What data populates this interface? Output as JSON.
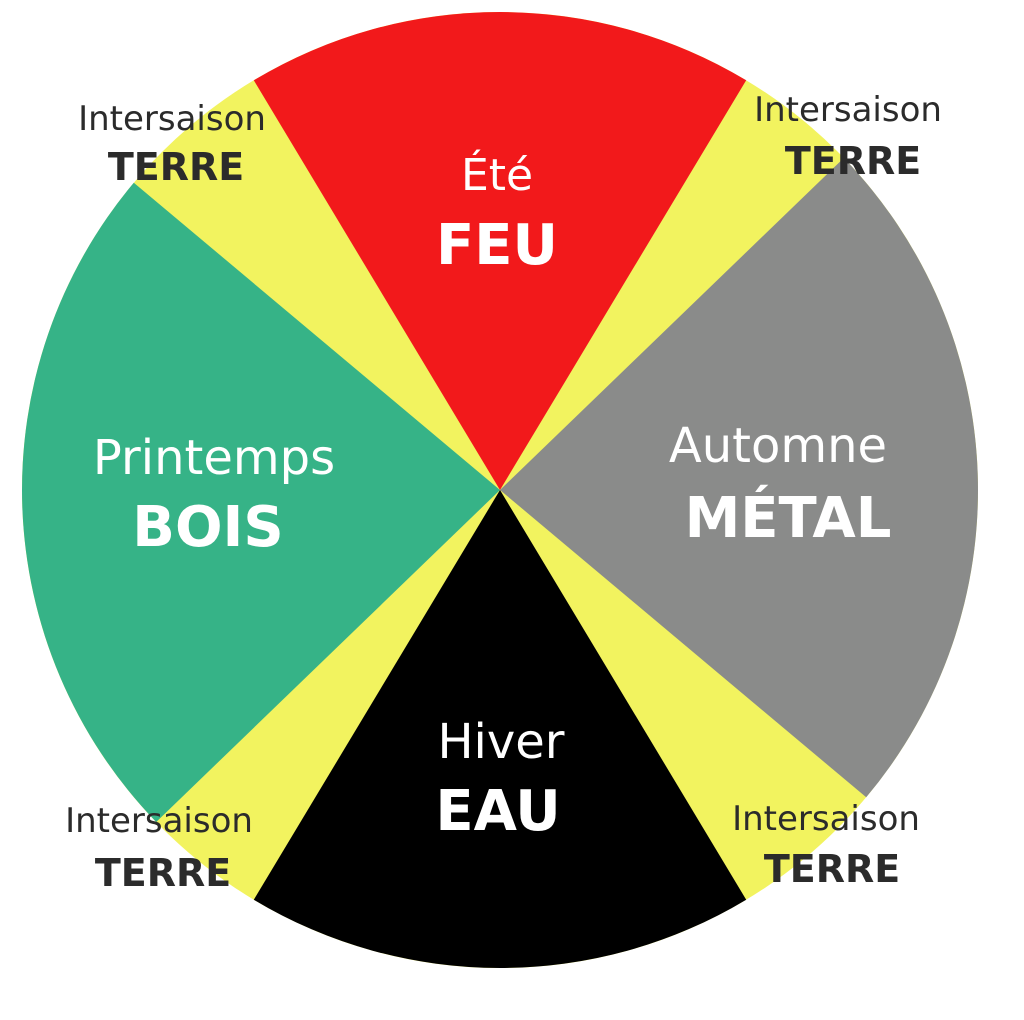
{
  "colors": {
    "background": "#ffffff",
    "terre": "#f2f35f",
    "feu": "#f2191b",
    "metal": "#8a8b8a",
    "eau": "#000000",
    "bois": "#36b387",
    "text_light": "#ffffff",
    "text_dark": "#2b2b2b"
  },
  "seasons": {
    "ete": {
      "season": "Été",
      "element": "FEU"
    },
    "automne": {
      "season": "Automne",
      "element": "MÉTAL"
    },
    "hiver": {
      "season": "Hiver",
      "element": "EAU"
    },
    "printemps": {
      "season": "Printemps",
      "element": "BOIS"
    }
  },
  "intersaisons": {
    "top_left": {
      "season": "Intersaison",
      "element": "TERRE"
    },
    "top_right": {
      "season": "Intersaison",
      "element": "TERRE"
    },
    "bottom_left": {
      "season": "Intersaison",
      "element": "TERRE"
    },
    "bottom_right": {
      "season": "Intersaison",
      "element": "TERRE"
    }
  }
}
